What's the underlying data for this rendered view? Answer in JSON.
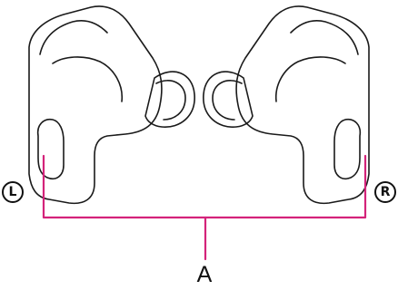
{
  "markers": {
    "left": "L",
    "right": "R"
  },
  "callout": {
    "label": "A"
  },
  "colors": {
    "outline": "#1a1a1a",
    "callout_line": "#d4237a",
    "background": "#ffffff"
  }
}
